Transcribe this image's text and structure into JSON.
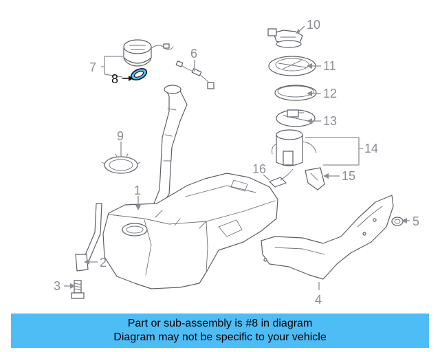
{
  "diagram": {
    "callouts": [
      "1",
      "2",
      "3",
      "4",
      "5",
      "6",
      "7",
      "8",
      "9",
      "10",
      "11",
      "12",
      "13",
      "14",
      "15",
      "16"
    ],
    "highlighted_part": "8"
  },
  "banner": {
    "line1": "Part or sub-assembly is #8 in diagram",
    "line2": "Diagram may not be specific to your vehicle"
  },
  "colors": {
    "banner_bg": "#4ebcf5",
    "highlight_fill": "#4ebcf5",
    "line_gray": "#8a8d93"
  }
}
